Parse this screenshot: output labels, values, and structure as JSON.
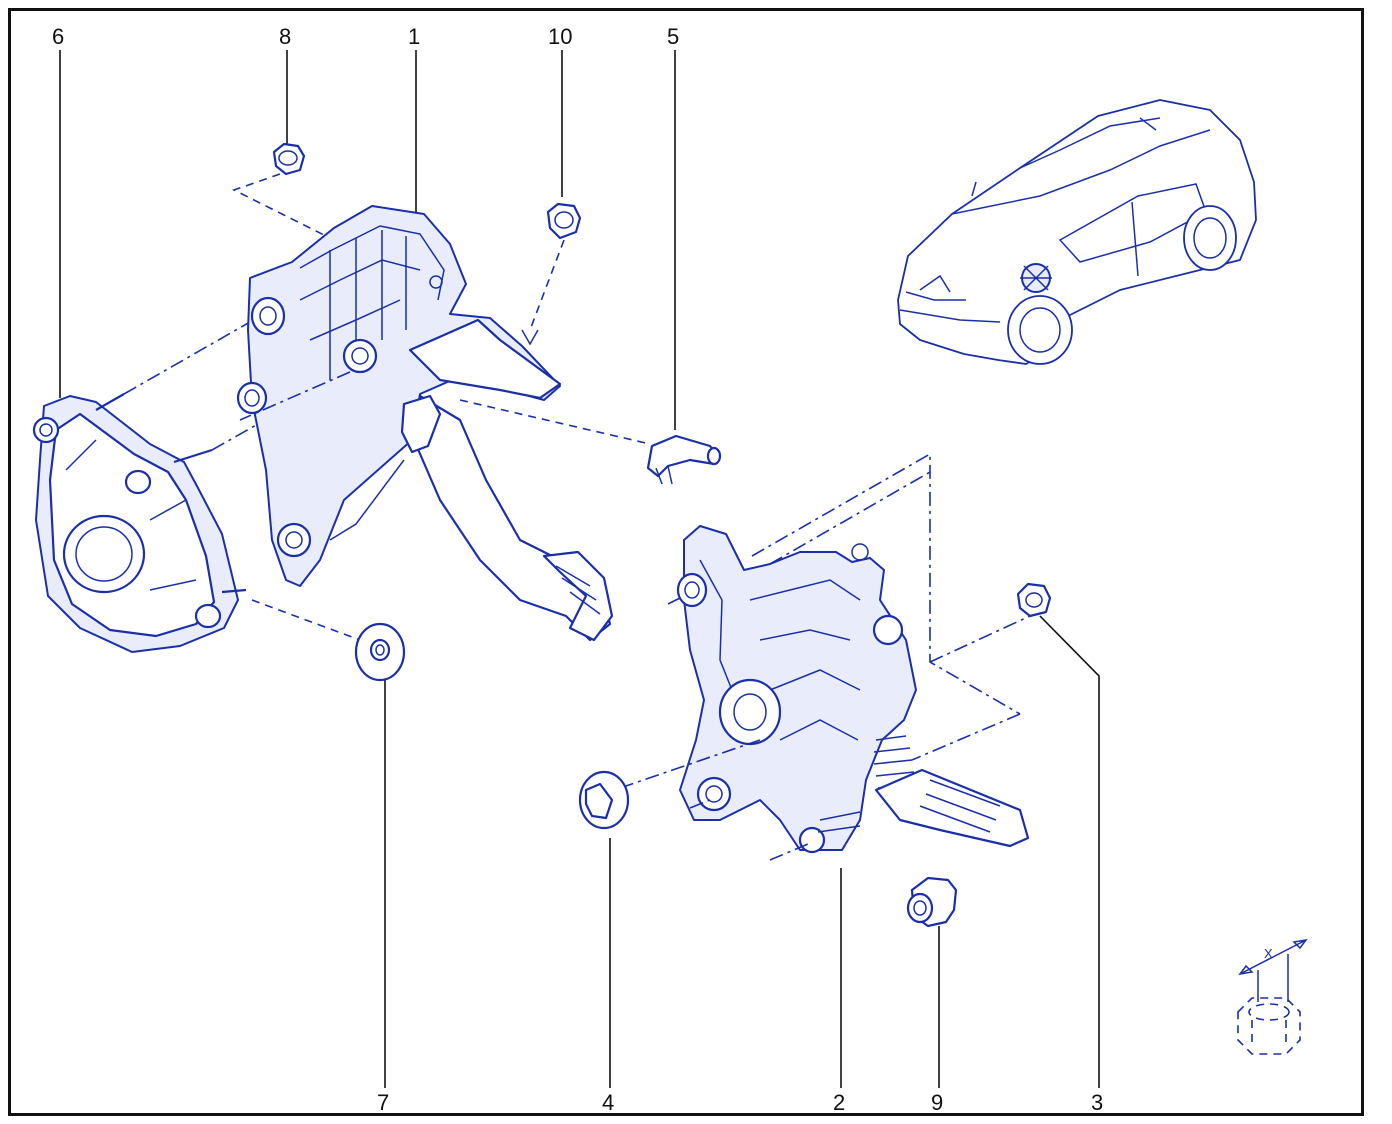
{
  "diagram": {
    "colors": {
      "line": "#1a2fa8",
      "text": "#111111",
      "border": "#111111"
    },
    "callouts": [
      {
        "id": "6",
        "label": "6"
      },
      {
        "id": "8",
        "label": "8"
      },
      {
        "id": "1",
        "label": "1"
      },
      {
        "id": "10",
        "label": "10"
      },
      {
        "id": "5",
        "label": "5"
      },
      {
        "id": "7",
        "label": "7"
      },
      {
        "id": "4",
        "label": "4"
      },
      {
        "id": "2",
        "label": "2"
      },
      {
        "id": "9",
        "label": "9"
      },
      {
        "id": "3",
        "label": "3"
      }
    ],
    "dimension_label": "X"
  }
}
